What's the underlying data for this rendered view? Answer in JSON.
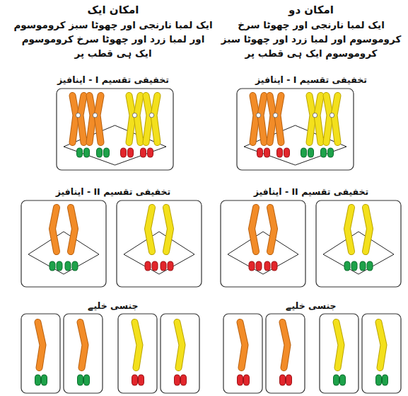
{
  "diagram": {
    "labels": [
      "امکان ایک",
      "ایک لمبا نارنجی اور چھوٹا سبز کروموسوم اور لمبا زرد اور چھوٹا سرخ کروموسوم ایک ہی قطب پر",
      "تخفیفی تقسیم I - اینافیز",
      "تخفیفی تقسیم II - اینافیز",
      "جنسی خلیے",
      "امکان دو",
      "ایک لمبا نارنجی اور چھوٹا سرخ کروموسوم اور لمبا زرد اور چھوٹا سبز کروموسوم ایک ہی قطب پر",
      "تخفیفی تقسیم I - اینافیز",
      "تخفیفی تقسیم II - اینافیز",
      "جنسی خلیے"
    ]
  }
}
